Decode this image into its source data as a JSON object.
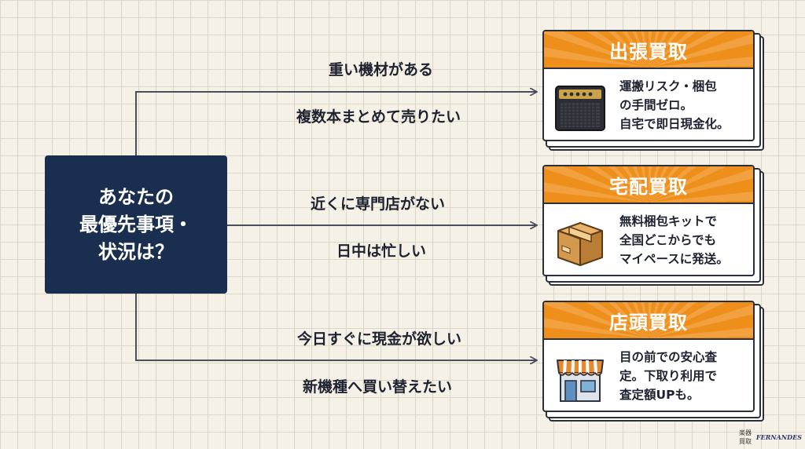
{
  "question": "あなたの\n最優先事項・\n状況は？",
  "branches": [
    {
      "conditions": [
        "重い機材がある",
        "複数本まとめて売りたい"
      ],
      "card": {
        "title": "出張買取",
        "icon": "amplifier-icon",
        "text": "運搬リスク・梱包\nの手間ゼロ。\n自宅で即日現金化。"
      }
    },
    {
      "conditions": [
        "近くに専門店がない",
        "日中は忙しい"
      ],
      "card": {
        "title": "宅配買取",
        "icon": "cardboard-box-icon",
        "text": "無料梱包キットで\n全国どこからでも\nマイペースに発送。"
      }
    },
    {
      "conditions": [
        "今日すぐに現金が欲しい",
        "新機種へ買い替えたい"
      ],
      "card": {
        "title": "店頭買取",
        "icon": "storefront-icon",
        "text": "目の前での安心査\n定。下取り利用で\n査定額UPも。"
      }
    }
  ],
  "logo": {
    "prefix": "楽器買取",
    "brand": "FERNANDES"
  },
  "colors": {
    "navy": "#1a2f4f",
    "orange": "#ef8f1b",
    "line": "#4a4f5c"
  }
}
